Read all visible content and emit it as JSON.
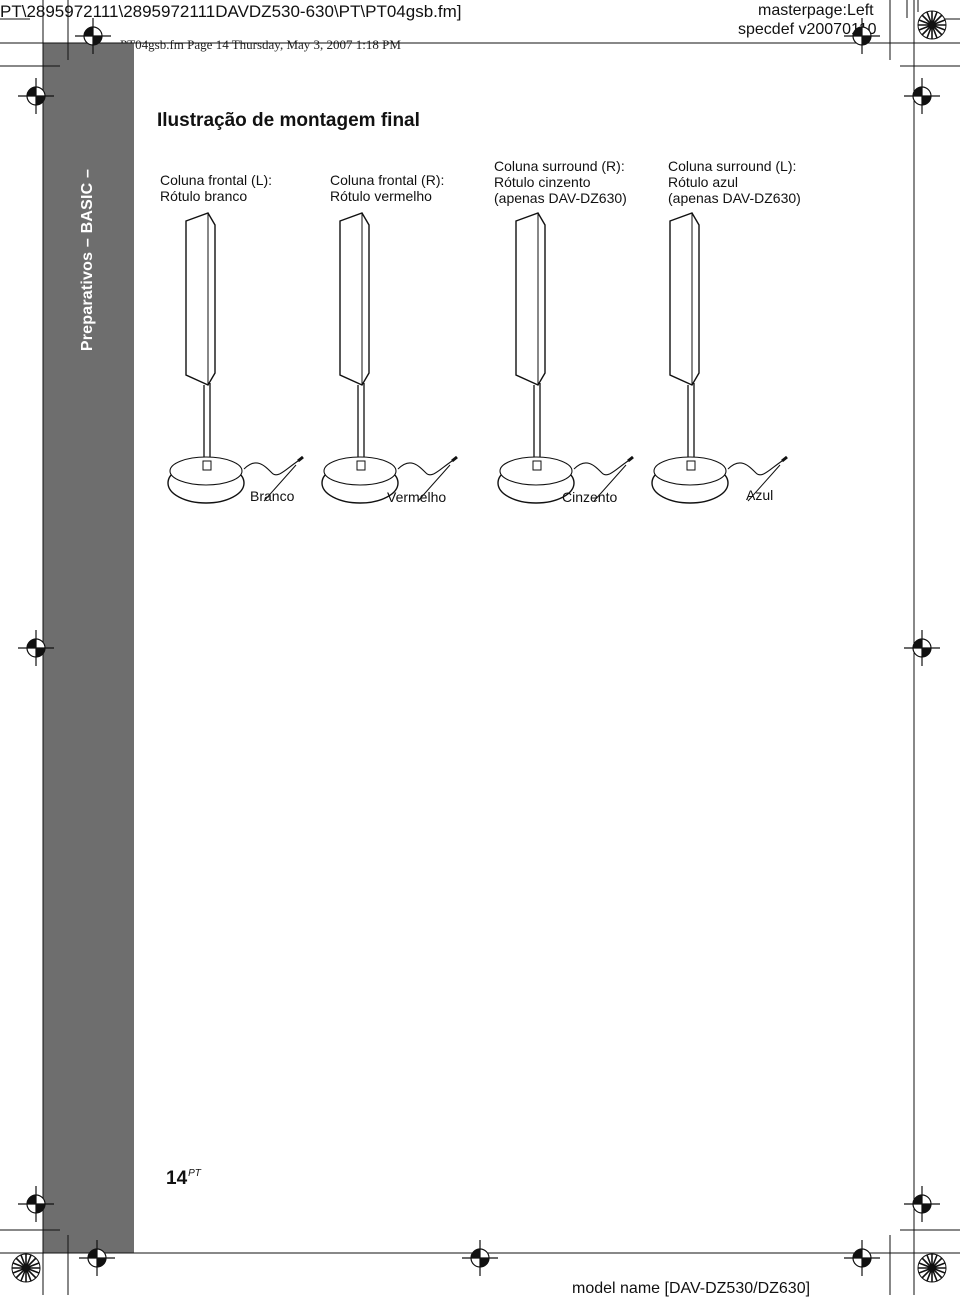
{
  "header": {
    "path": "PT\\2895972111\\2895972111DAVDZ530-630\\PT\\PT04gsb.fm]",
    "fm_info": "PT04gsb.fm  Page 14  Thursday, May 3, 2007  1:18 PM",
    "masterpage": "masterpage:Left",
    "specdef": "specdef v20070110"
  },
  "sidebar": {
    "label": "Preparativos – BASIC –"
  },
  "heading": "Ilustração de montagem final",
  "speakers": [
    {
      "caption": "Coluna frontal (L):\nRótulo branco",
      "cable_label": "Branco"
    },
    {
      "caption": "Coluna frontal (R):\nRótulo vermelho",
      "cable_label": "Vermelho"
    },
    {
      "caption": "Coluna surround (R):\nRótulo cinzento\n(apenas DAV-DZ630)",
      "cable_label": "Cinzento"
    },
    {
      "caption": "Coluna surround (L):\nRótulo azul\n(apenas DAV-DZ630)",
      "cable_label": "Azul"
    }
  ],
  "footer": {
    "page_number": "14",
    "page_suffix": "PT",
    "model_name": "model name [DAV-DZ530/DZ630]"
  },
  "icons": [
    "registration-mark-icon",
    "starburst-target-icon"
  ],
  "colors": {
    "sidebar": "#6e6e6e",
    "ink": "#111111"
  }
}
